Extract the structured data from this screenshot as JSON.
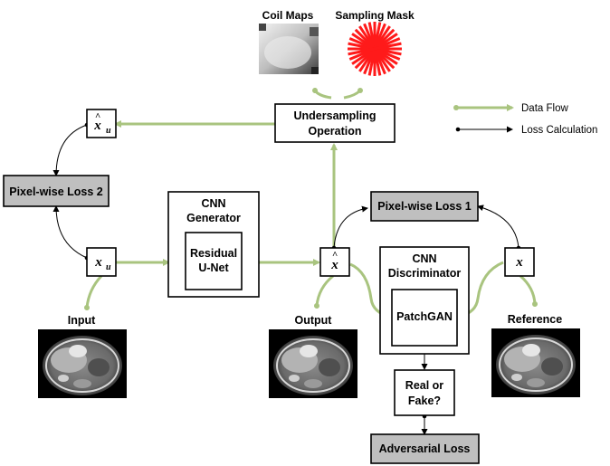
{
  "colors": {
    "data_flow": "#a9c47f",
    "loss_line": "#000000",
    "gray_box": "#bfbfbf",
    "sampling_mask": "#ff1a1a"
  },
  "labels": {
    "coil_maps": "Coil Maps",
    "sampling_mask": "Sampling Mask",
    "undersampling_line1": "Undersampling",
    "undersampling_line2": "Operation",
    "pixel_loss_2": "Pixel-wise Loss 2",
    "pixel_loss_1": "Pixel-wise Loss 1",
    "cnn_generator_line1": "CNN",
    "cnn_generator_line2": "Generator",
    "residual_line1": "Residual",
    "residual_line2": "U-Net",
    "cnn_discriminator_line1": "CNN",
    "cnn_discriminator_line2": "Discriminator",
    "patchgan": "PatchGAN",
    "real_fake_line1": "Real or",
    "real_fake_line2": "Fake?",
    "adversarial_loss": "Adversarial Loss",
    "input": "Input",
    "output": "Output",
    "reference": "Reference"
  },
  "legend": {
    "data_flow": "Data Flow",
    "loss_calculation": "Loss Calculation"
  },
  "math": {
    "xu_hat_base": "x",
    "xu_hat_sub": "u",
    "xu_base": "x",
    "xu_sub": "u",
    "x_hat": "x",
    "x": "x",
    "hat_mark": "^"
  }
}
